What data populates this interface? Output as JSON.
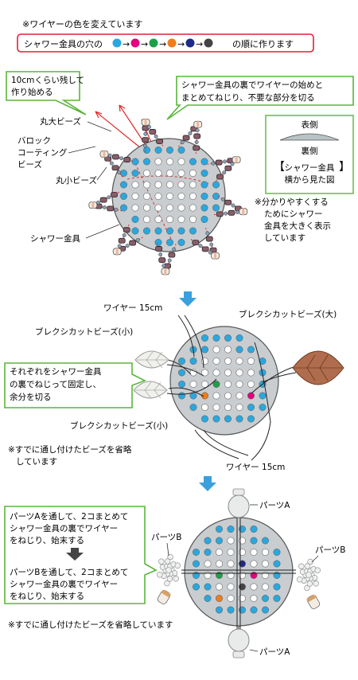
{
  "header": {
    "note": "※ワイヤーの色を変えています",
    "order_prefix": "シャワー金具の穴の",
    "order_suffix": "の順に作ります",
    "order_colors": [
      "#29a8e0",
      "#e4007f",
      "#1f9e4a",
      "#ee7d1a",
      "#1d2a8a",
      "#444444"
    ],
    "arrow_glyph": "→"
  },
  "step1": {
    "callout_left": [
      "10cmくらい残して",
      "作り始める"
    ],
    "callout_right": [
      "シャワー金具の裏でワイヤーの始めと",
      "まとめてねじり、不要な部分を切る"
    ],
    "label_big_bead": "丸大ビーズ",
    "label_baroque": [
      "バロック",
      "コーティング",
      "ビーズ"
    ],
    "label_small_bead": "丸小ビーズ",
    "label_fitting": "シャワー金具",
    "side_front": "表側",
    "side_back": "裏側",
    "side_caption": [
      "シャワー金具",
      "横から見た図"
    ],
    "note": [
      "※分かりやすくする",
      "ためにシャワー",
      "金具を大きく表示",
      "しています"
    ]
  },
  "step2": {
    "label_wire_top": "ワイヤー 15cm",
    "label_leaf_large": "ブレクシカットビーズ(大)",
    "label_leaf_small_1": "ブレクシカットビーズ(小)",
    "label_leaf_small_2": "ブレクシカットビーズ(小)",
    "callout": [
      "それぞれをシャワー金具",
      "の裏でねじって固定し、",
      "余分を切る"
    ],
    "note": [
      "※すでに通し付けたビーズを省略",
      "しています"
    ],
    "label_wire_bottom": "ワイヤー 15cm"
  },
  "step3": {
    "callout_a": [
      "パーツAを通して、2コまとめて",
      "シャワー金具の裏でワイヤー",
      "をねじり、始末する"
    ],
    "callout_b": [
      "パーツBを通して、2コまとめて",
      "シャワー金具の裏でワイヤー",
      "をねじり、始末する"
    ],
    "label_part_a_top": "パーツA",
    "label_part_a_bottom": "パーツA",
    "label_part_b_left": "パーツB",
    "label_part_b_right": "パーツB",
    "note": "※すでに通し付けたビーズを省略しています"
  },
  "colors": {
    "fitting": "#c9cdd0",
    "callout_border": "#5ab53a",
    "order_border": "#e0203a",
    "step_arrow": "#3aa0dc",
    "wire_red": "#e02b2b",
    "leaf_brown": "#b06d4d"
  }
}
